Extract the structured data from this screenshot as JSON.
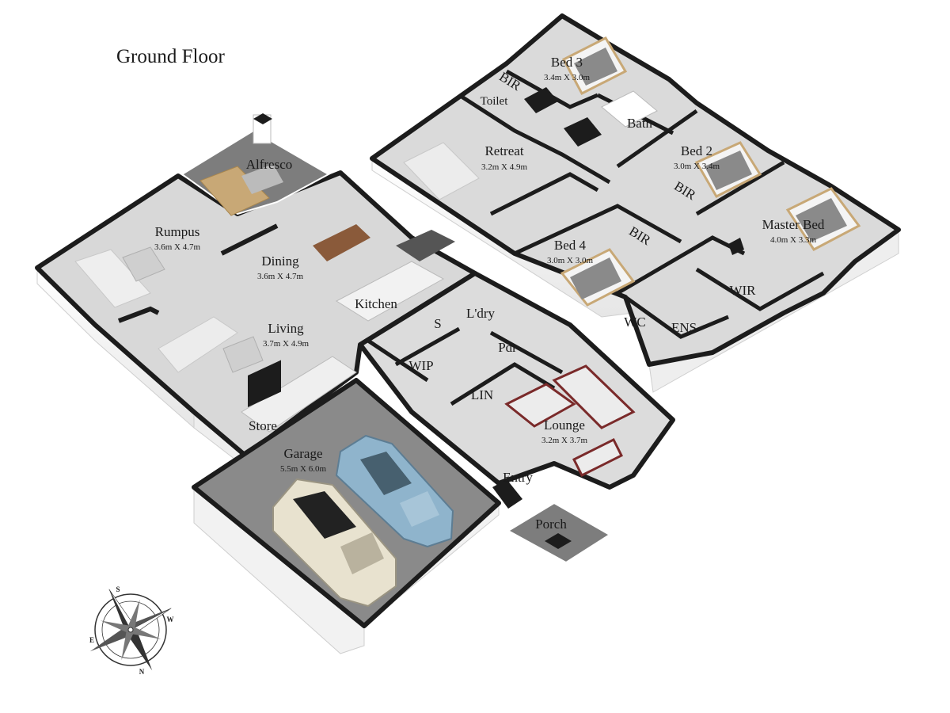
{
  "title": "Ground Floor",
  "rooms": [
    {
      "id": "bed3",
      "name": "Bed 3",
      "dims": "3.4m X 3.0m"
    },
    {
      "id": "bir1",
      "name": "BIR",
      "dims": ""
    },
    {
      "id": "toilet",
      "name": "Toilet",
      "dims": ""
    },
    {
      "id": "bath",
      "name": "Bath",
      "dims": ""
    },
    {
      "id": "alfresco",
      "name": "Alfresco",
      "dims": ""
    },
    {
      "id": "retreat",
      "name": "Retreat",
      "dims": "3.2m X 4.9m"
    },
    {
      "id": "bed2",
      "name": "Bed 2",
      "dims": "3.0m X 3.4m"
    },
    {
      "id": "bir2",
      "name": "BIR",
      "dims": ""
    },
    {
      "id": "rumpus",
      "name": "Rumpus",
      "dims": "3.6m X 4.7m"
    },
    {
      "id": "master",
      "name": "Master Bed",
      "dims": "4.0m X 3.3m"
    },
    {
      "id": "dining",
      "name": "Dining",
      "dims": "3.6m X 4.7m"
    },
    {
      "id": "bir3",
      "name": "BIR",
      "dims": ""
    },
    {
      "id": "bed4",
      "name": "Bed 4",
      "dims": "3.0m X 3.0m"
    },
    {
      "id": "wir",
      "name": "WIR",
      "dims": ""
    },
    {
      "id": "kitchen",
      "name": "Kitchen",
      "dims": ""
    },
    {
      "id": "ldry",
      "name": "L'dry",
      "dims": ""
    },
    {
      "id": "s",
      "name": "S",
      "dims": ""
    },
    {
      "id": "living",
      "name": "Living",
      "dims": "3.7m X 4.9m"
    },
    {
      "id": "wc",
      "name": "WC",
      "dims": ""
    },
    {
      "id": "ens",
      "name": "ENS",
      "dims": ""
    },
    {
      "id": "pdr",
      "name": "Pdr",
      "dims": ""
    },
    {
      "id": "wip",
      "name": "WIP",
      "dims": ""
    },
    {
      "id": "lin",
      "name": "LIN",
      "dims": ""
    },
    {
      "id": "lounge",
      "name": "Lounge",
      "dims": "3.2m X 3.7m"
    },
    {
      "id": "store",
      "name": "Store",
      "dims": ""
    },
    {
      "id": "garage",
      "name": "Garage",
      "dims": "5.5m X 6.0m"
    },
    {
      "id": "entry",
      "name": "Entry",
      "dims": ""
    },
    {
      "id": "porch",
      "name": "Porch",
      "dims": ""
    }
  ],
  "compass": {
    "n": "N",
    "s": "S",
    "e": "E",
    "w": "W"
  },
  "colors": {
    "floor": "#d9d9d9",
    "floor_light": "#e3e3e3",
    "outdoor": "#7a7a7a",
    "garage_floor": "#8a8a8a",
    "wall_top": "#1c1c1c",
    "wall_side": "#f4f4f4",
    "car_white": "#e8e2cf",
    "car_blue": "#8fb4cc"
  }
}
